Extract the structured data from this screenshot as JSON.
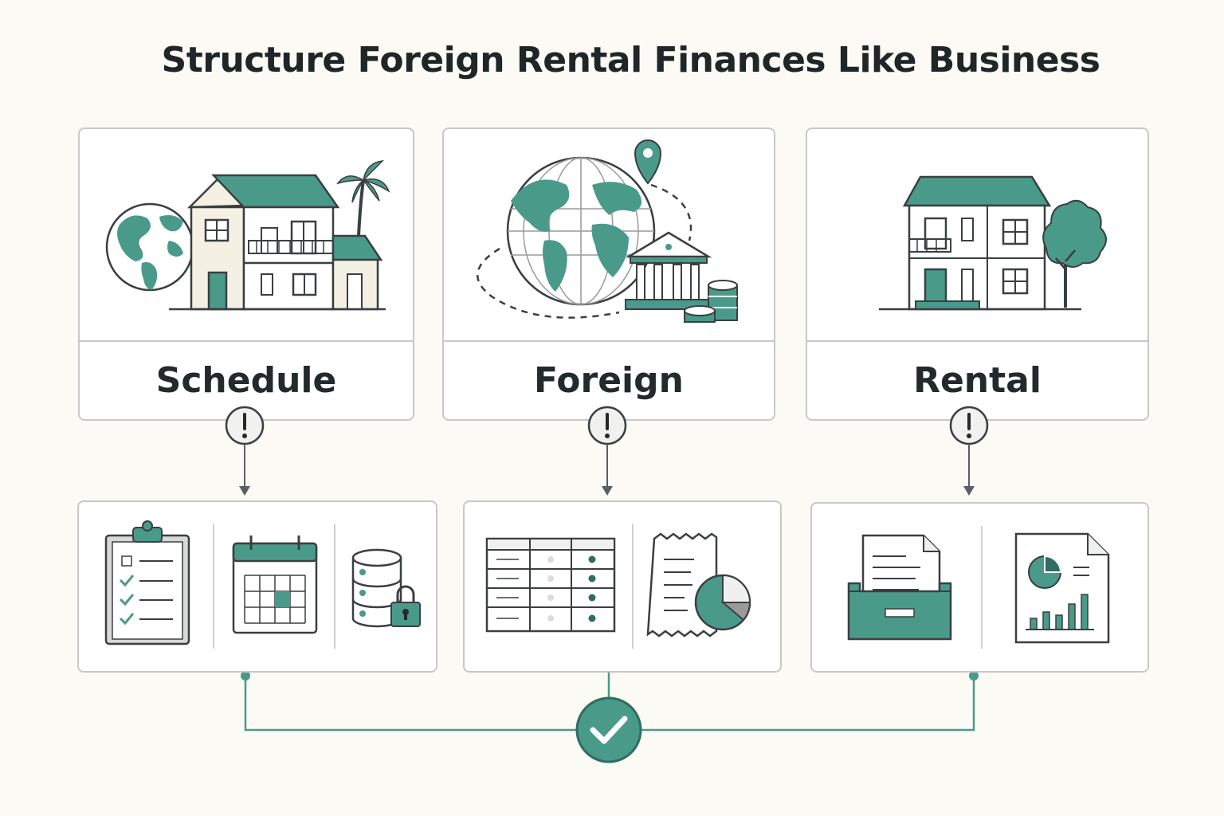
{
  "title": "Structure Foreign Rental Finances Like Business",
  "cards": [
    {
      "label": "Schedule",
      "illustration": "globe-house-palm-icon",
      "tools": [
        "clipboard-checklist-icon",
        "calendar-icon",
        "database-lock-icon"
      ]
    },
    {
      "label": "Foreign",
      "illustration": "globe-bank-location-icon",
      "tools": [
        "spreadsheet-icon",
        "receipt-pie-chart-icon"
      ]
    },
    {
      "label": "Rental",
      "illustration": "house-tree-icon",
      "tools": [
        "file-drawer-icon",
        "report-chart-icon"
      ]
    }
  ],
  "indicator_icon": "exclamation-icon",
  "outcome_icon": "checkmark-icon",
  "colors": {
    "accent": "#4a9a8a",
    "ink": "#3a3f41",
    "border": "#c8c8c8",
    "background": "#fcfaf5"
  }
}
